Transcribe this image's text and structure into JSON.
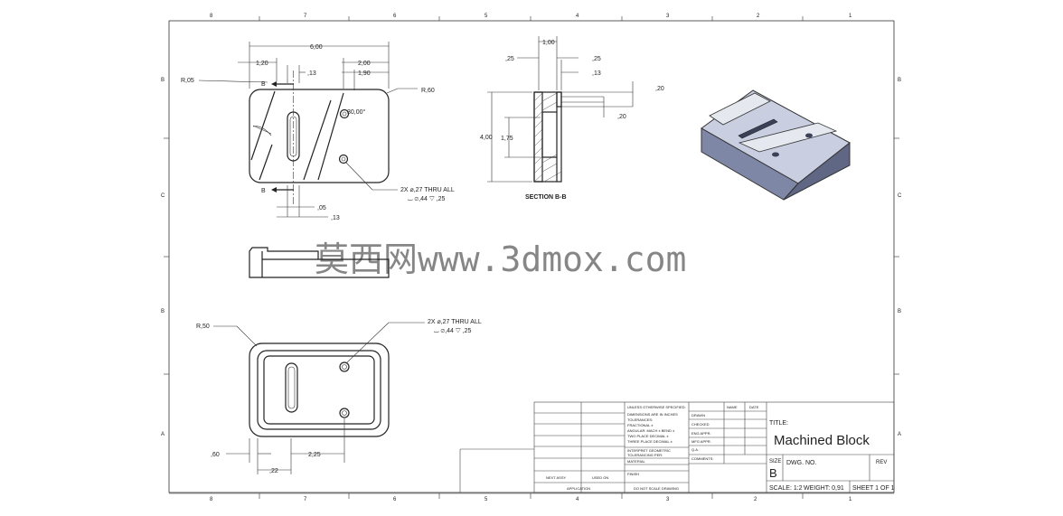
{
  "zones": {
    "top": [
      "8",
      "7",
      "6",
      "5",
      "4",
      "3",
      "2",
      "1"
    ],
    "bottom": [
      "8",
      "7",
      "6",
      "5",
      "4",
      "3",
      "2",
      "1"
    ],
    "left": [
      "B",
      "C",
      "B",
      "A"
    ],
    "right": [
      "B",
      "C",
      "B",
      "A"
    ]
  },
  "top_view": {
    "dim_overall": "6,00",
    "dim_left": "1,20",
    "dim_slot": ",13",
    "dim_right_1": "2,00",
    "dim_right_2": "1,90",
    "radius_left": "R,05",
    "radius_right": "R,60",
    "angle": "30,00°",
    "section_mark": "B",
    "bottom_dim_1": ",05",
    "bottom_dim_2": ",13",
    "hole_callout_1": "2X ⌀,27 THRU ALL",
    "hole_callout_2": "⌴ ⌀,44 ▽ ,25"
  },
  "section_view": {
    "dim_top": "1,00",
    "dim_left": ",25",
    "dim_right_1": ",25",
    "dim_right_2": ",13",
    "dim_height": "4,00",
    "dim_inner": "1,75",
    "dim_step_1": ",20",
    "dim_step_2": ",20",
    "label": "SECTION B-B"
  },
  "bottom_view": {
    "radius": "R,50",
    "hole_callout_1": "2X ⌀,27 THRU ALL",
    "hole_callout_2": "⌴ ⌀,44 ▽ ,25",
    "dim_1": ",60",
    "dim_2": "2,25",
    "dim_3": ",22"
  },
  "watermark": "莫西网www.3dmox.com",
  "title_block": {
    "notes": [
      "UNLESS OTHERWISE SPECIFIED:",
      "DIMENSIONS ARE IN INCHES",
      "TOLERANCES:",
      "FRACTIONAL ±",
      "ANGULAR: MACH ± BEND ±",
      "TWO PLACE DECIMAL ±",
      "THREE PLACE DECIMAL ±"
    ],
    "material_notes": [
      "INTERPRET GEOMETRIC",
      "TOLERANCING PER:",
      "MATERIAL",
      "FINISH"
    ],
    "name_head": "NAME",
    "date_head": "DATE",
    "roles": [
      "DRAWN",
      "CHECKED",
      "ENG APPR.",
      "MFG APPR.",
      "Q.A.",
      "COMMENTS:"
    ],
    "next_assy": "NEXT ASSY",
    "used_on": "USED ON",
    "application": "APPLICATION",
    "do_not_scale": "DO NOT SCALE DRAWING",
    "title_label": "TITLE:",
    "title": "Machined Block",
    "size_label": "SIZE",
    "size": "B",
    "dwg_label": "DWG. NO.",
    "rev_label": "REV",
    "scale": "SCALE: 1:2",
    "weight": "WEIGHT: 0,91",
    "sheet": "SHEET 1 OF 1"
  }
}
